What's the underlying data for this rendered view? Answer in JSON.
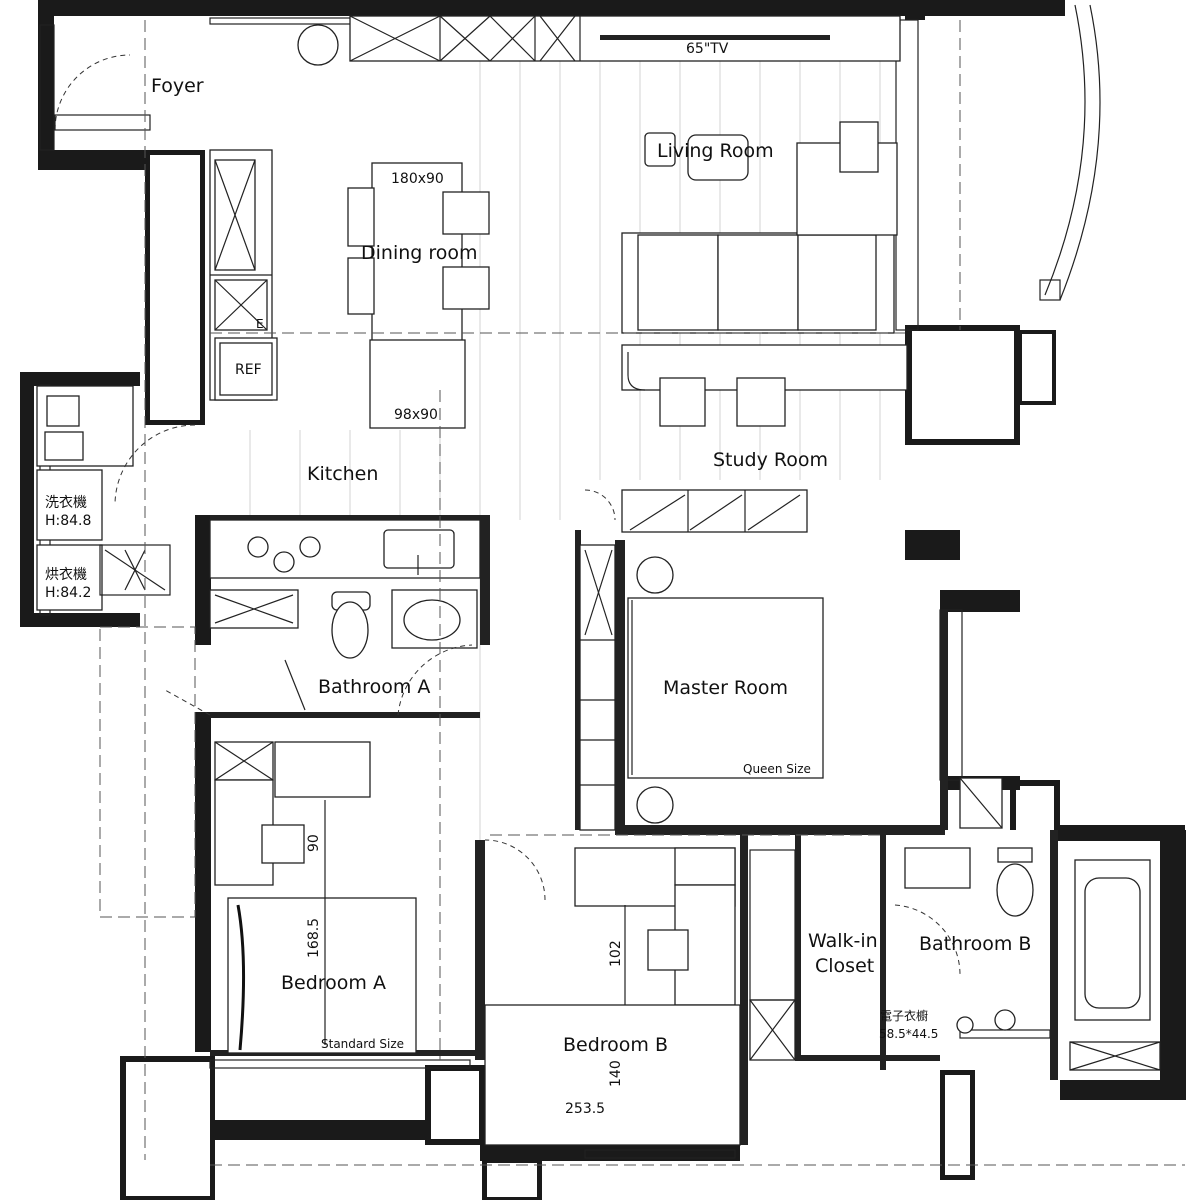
{
  "rooms": {
    "foyer": "Foyer",
    "living": "Living Room",
    "dining": "Dining room",
    "kitchen": "Kitchen",
    "study": "Study Room",
    "master": "Master Room",
    "bathroom_a": "Bathroom A",
    "bathroom_b": "Bathroom B",
    "bedroom_a": "Bedroom A",
    "bedroom_b": "Bedroom B",
    "walkin_line1": "Walk-in",
    "walkin_line2": "Closet"
  },
  "fixtures": {
    "tv": "65\"TV",
    "ref": "REF",
    "e_mark": "E",
    "table_top": "180x90",
    "table_bottom": "98x90",
    "queen": "Queen Size",
    "standard": "Standard Size",
    "washer_line1": "洗衣機",
    "washer_line2": "H:84.8",
    "dryer_line1": "烘衣機",
    "dryer_line2": "H:84.2",
    "cabinet_line1": "電子衣櫥",
    "cabinet_line2": "58.5*44.5"
  },
  "dimensions": {
    "d90": "90",
    "d168": "168.5",
    "d102": "102",
    "d140": "140",
    "d253": "253.5"
  },
  "icons": [
    "sofa-icon",
    "toilet-icon",
    "sink-icon",
    "stove-icon",
    "bathtub-icon",
    "bed-icon",
    "door-swing-icon",
    "tv-icon",
    "chair-icon"
  ]
}
